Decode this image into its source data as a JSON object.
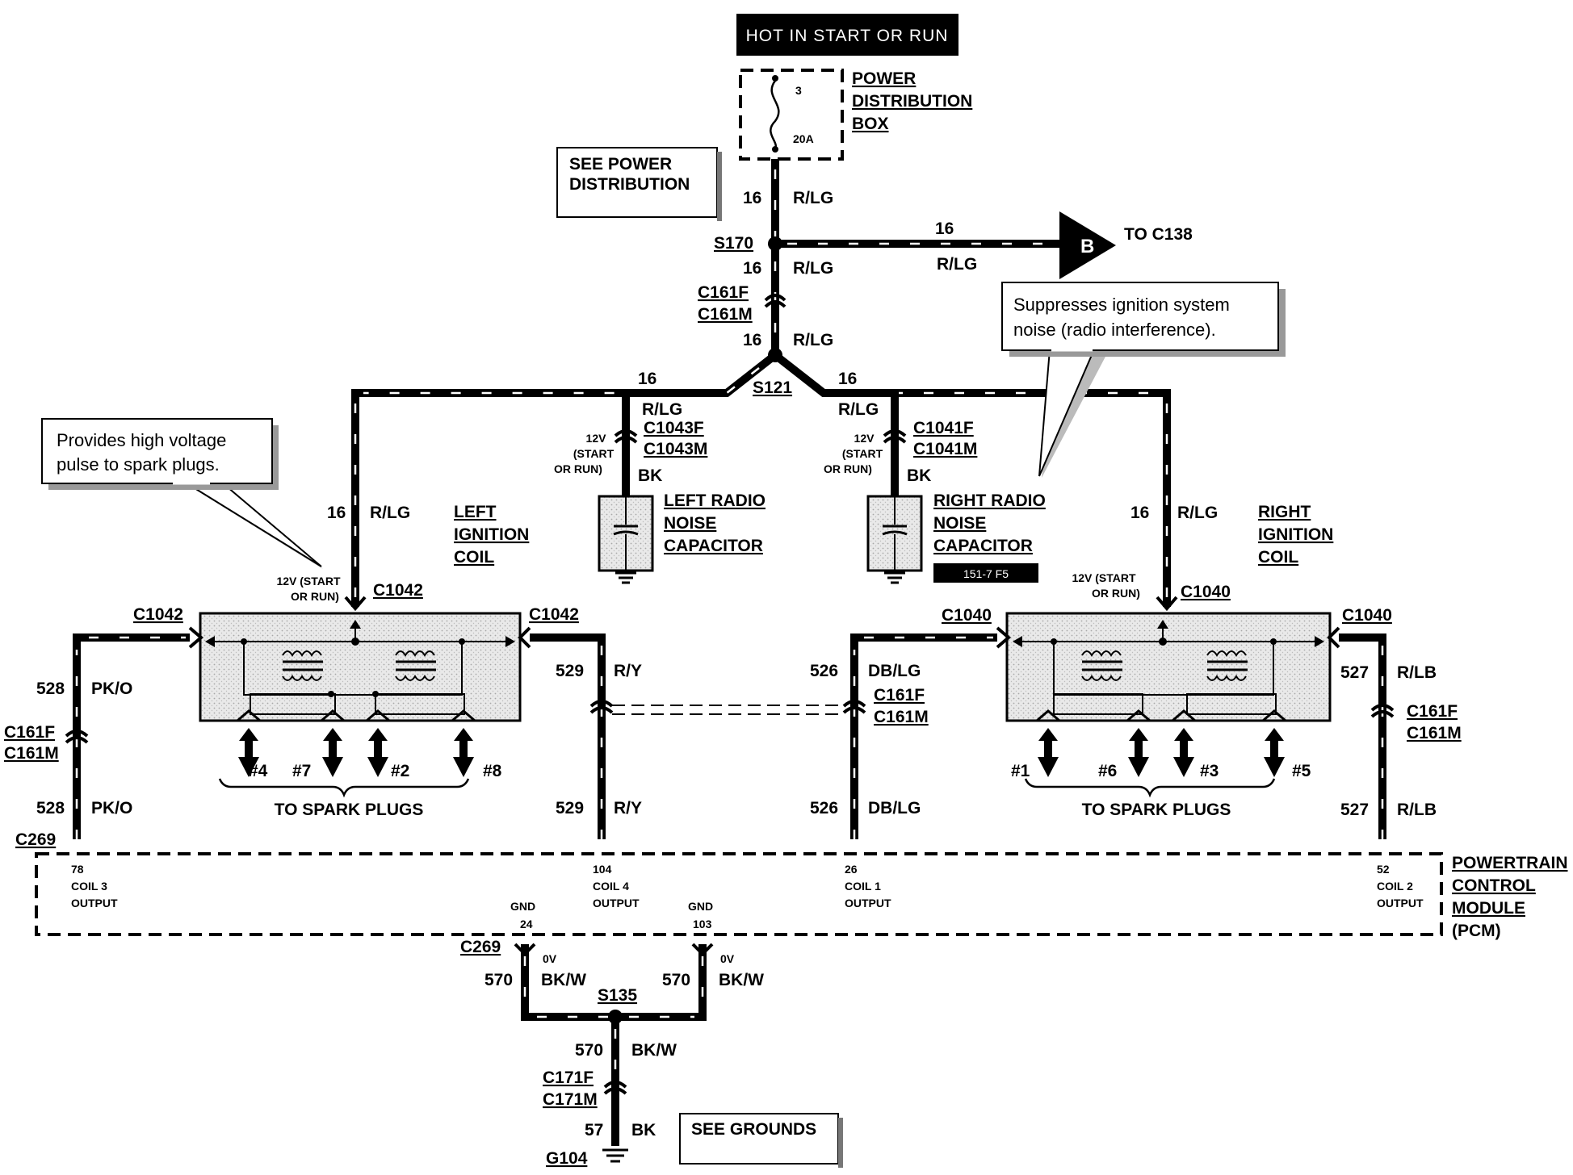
{
  "header": {
    "title": "HOT IN START OR RUN"
  },
  "power_box": {
    "label": [
      "POWER",
      "DISTRIBUTION",
      "BOX"
    ],
    "fuse_num": "3",
    "fuse_amp": "20A"
  },
  "see_power": [
    "SEE POWER",
    "DISTRIBUTION"
  ],
  "see_grounds": "SEE GROUNDS",
  "splices": {
    "s170": "S170",
    "s121": "S121",
    "s135": "S135",
    "g104": "G104"
  },
  "to_c138": {
    "text": "TO C138",
    "letter": "B",
    "gauge": "16",
    "color": "R/LG"
  },
  "wires": {
    "gauge16": "16",
    "rlg": "R/LG",
    "bk": "BK",
    "c161_528": {
      "circuit": "528",
      "color": "PK/O"
    },
    "c529": {
      "circuit": "529",
      "color": "R/Y"
    },
    "c526": {
      "circuit": "526",
      "color": "DB/LG"
    },
    "c527": {
      "circuit": "527",
      "color": "R/LB"
    },
    "c570": {
      "circuit": "570",
      "color": "BK/W"
    },
    "c57": {
      "circuit": "57",
      "color": "BK"
    }
  },
  "connectors": {
    "c161f": "C161F",
    "c161m": "C161M",
    "c1043f": "C1043F",
    "c1043m": "C1043M",
    "c1041f": "C1041F",
    "c1041m": "C1041M",
    "c1042": "C1042",
    "c1040": "C1040",
    "c269": "C269",
    "c171f": "C171F",
    "c171m": "C171M"
  },
  "voltage_12v": [
    "12V",
    "(START",
    "OR RUN)"
  ],
  "voltage_12v_coil": [
    "12V (START",
    "OR RUN)"
  ],
  "zero_v": "0V",
  "left_cap": [
    "LEFT RADIO",
    "NOISE",
    "CAPACITOR"
  ],
  "right_cap": [
    "RIGHT RADIO",
    "NOISE",
    "CAPACITOR"
  ],
  "left_coil": [
    "LEFT",
    "IGNITION",
    "COIL"
  ],
  "right_coil": [
    "RIGHT",
    "IGNITION",
    "COIL"
  ],
  "fig_ref": "151-7 F5",
  "callouts": {
    "coil": [
      "Provides high voltage",
      "pulse to spark plugs."
    ],
    "capacitor": [
      "Suppresses ignition system",
      "noise (radio interference)."
    ]
  },
  "spark_plugs": {
    "left": [
      "#4",
      "#7",
      "#2",
      "#8"
    ],
    "right": [
      "#1",
      "#6",
      "#3",
      "#5"
    ],
    "label": "TO SPARK PLUGS"
  },
  "pcm": {
    "label": [
      "POWERTRAIN",
      "CONTROL",
      "MODULE",
      "(PCM)"
    ],
    "pins": [
      {
        "num": "78",
        "name": "COIL 3",
        "sub": "OUTPUT"
      },
      {
        "num": "104",
        "name": "COIL 4",
        "sub": "OUTPUT"
      },
      {
        "num": "26",
        "name": "COIL 1",
        "sub": "OUTPUT"
      },
      {
        "num": "52",
        "name": "COIL 2",
        "sub": "OUTPUT"
      }
    ],
    "gnd": [
      {
        "name": "GND",
        "num": "24"
      },
      {
        "name": "GND",
        "num": "103"
      }
    ]
  }
}
